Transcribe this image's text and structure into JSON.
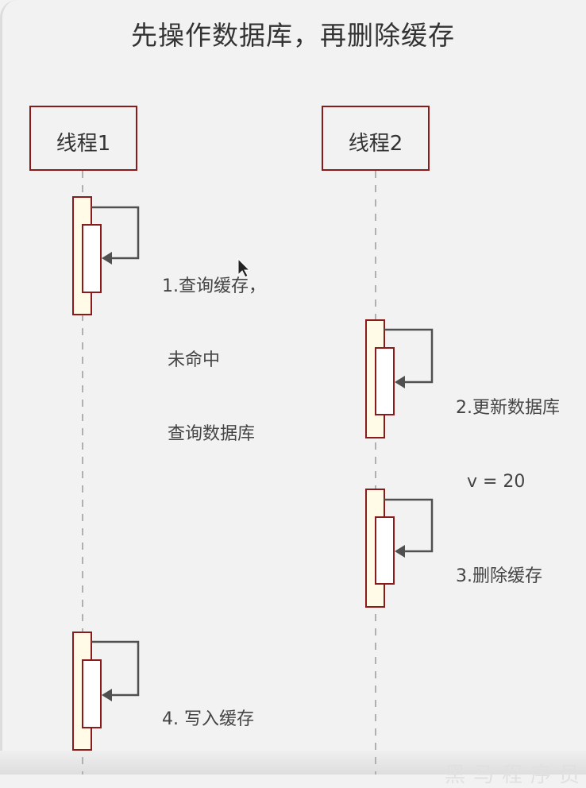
{
  "title": "先操作数据库，再删除缓存",
  "colors": {
    "background": "#f2f2f2",
    "box_border": "#8b1a1a",
    "activation_fill": "#fffbe6",
    "inner_fill": "#ffffff",
    "arrow": "#505050",
    "lifeline": "#b0b0b0",
    "text": "#444444"
  },
  "actors": [
    {
      "id": "thread1",
      "label": "线程1"
    },
    {
      "id": "thread2",
      "label": "线程2"
    }
  ],
  "steps": [
    {
      "actor": "thread1",
      "label_lines": [
        "1.查询缓存，",
        " 未命中",
        " 查询数据库"
      ]
    },
    {
      "actor": "thread2",
      "label_lines": [
        "2.更新数据库",
        "  v = 20"
      ]
    },
    {
      "actor": "thread2",
      "label_lines": [
        "3.删除缓存"
      ]
    },
    {
      "actor": "thread1",
      "label_lines": [
        "4. 写入缓存"
      ]
    }
  ],
  "watermark": "黑马程序员",
  "cursor": "mouse-pointer"
}
